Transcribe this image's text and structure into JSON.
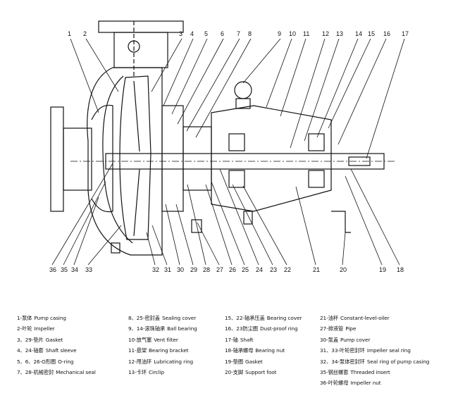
{
  "callouts_top": [
    "1",
    "2",
    "3",
    "4",
    "5",
    "6",
    "7",
    "8",
    "9",
    "10",
    "11",
    "12",
    "13",
    "14",
    "15",
    "16",
    "17"
  ],
  "callouts_bottom": [
    "36",
    "35",
    "34",
    "33",
    "32",
    "31",
    "30",
    "29",
    "28",
    "27",
    "26",
    "25",
    "24",
    "23",
    "22",
    "21",
    "20",
    "19",
    "18"
  ],
  "legend": {
    "col1": [
      {
        "zh": "1-泵体",
        "en": "Pump casing"
      },
      {
        "zh": "2-叶轮",
        "en": "Impeller"
      },
      {
        "zh": "3、29-垫片",
        "en": "Gasket"
      },
      {
        "zh": "4、24-轴套",
        "en": "Shaft sleeve"
      },
      {
        "zh": "5、6、26-O形圈",
        "en": "O-ring"
      },
      {
        "zh": "7、28-机械密封",
        "en": "Mechanical seal"
      }
    ],
    "col2": [
      {
        "zh": "8、25-密封盖",
        "en": "Sealing cover"
      },
      {
        "zh": "9、14-滚珠轴承",
        "en": "Ball bearing"
      },
      {
        "zh": "10-放气塞",
        "en": "Vent filter"
      },
      {
        "zh": "11-悬架",
        "en": "Bearing bracket"
      },
      {
        "zh": "12-甩油环",
        "en": "Lubricating ring"
      },
      {
        "zh": "13-卡环",
        "en": "Circlip"
      }
    ],
    "col3": [
      {
        "zh": "15、22-轴承压盖",
        "en": "Bearing cover"
      },
      {
        "zh": "16、23防尘圈",
        "en": "Dust-proof ring"
      },
      {
        "zh": "17-轴",
        "en": "Shaft"
      },
      {
        "zh": "18-轴承螺母",
        "en": "Bearing nut"
      },
      {
        "zh": "19-垫圈",
        "en": "Gasket"
      },
      {
        "zh": "20-支脚",
        "en": "Support foot"
      }
    ],
    "col4": [
      {
        "zh": "21-油杯",
        "en": "Constant-level-oiler"
      },
      {
        "zh": "27-排液管",
        "en": "Pipe"
      },
      {
        "zh": "30-泵盖",
        "en": "Pump cover"
      },
      {
        "zh": "31、33-叶轮密封环",
        "en": "Impeller seal ring"
      },
      {
        "zh": "32、34-泵体密封环",
        "en": "Seal ring of pump casing"
      },
      {
        "zh": "35-钢丝螺套",
        "en": "Threaded insert"
      },
      {
        "zh": "36-叶轮螺母",
        "en": "Impeller nut"
      }
    ]
  }
}
